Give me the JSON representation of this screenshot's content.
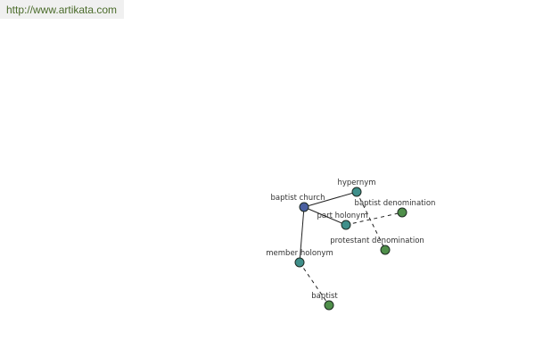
{
  "url": "http://www.artikata.com",
  "colors": {
    "url_text": "#4a6b2a",
    "root_node": "#4a5fa0",
    "relation_node": "#3f8f8a",
    "term_node": "#4f8f4a",
    "edge": "#222222"
  },
  "graph": {
    "nodes": [
      {
        "id": "root",
        "label": "baptist church",
        "kind": "root"
      },
      {
        "id": "hypernym",
        "label": "hypernym",
        "kind": "relation"
      },
      {
        "id": "part-holonym",
        "label": "part holonym",
        "kind": "relation"
      },
      {
        "id": "member-holonym",
        "label": "member holonym",
        "kind": "relation"
      },
      {
        "id": "baptist-denomination",
        "label": "baptist denomination",
        "kind": "term"
      },
      {
        "id": "protestant-denomination",
        "label": "protestant denomination",
        "kind": "term"
      },
      {
        "id": "baptist",
        "label": "baptist",
        "kind": "term"
      }
    ],
    "edges": [
      {
        "from": "root",
        "to": "hypernym",
        "style": "solid"
      },
      {
        "from": "root",
        "to": "part-holonym",
        "style": "solid"
      },
      {
        "from": "root",
        "to": "member-holonym",
        "style": "solid"
      },
      {
        "from": "hypernym",
        "to": "protestant-denomination",
        "style": "dashed"
      },
      {
        "from": "part-holonym",
        "to": "baptist-denomination",
        "style": "dashed"
      },
      {
        "from": "member-holonym",
        "to": "baptist",
        "style": "dashed"
      }
    ]
  }
}
